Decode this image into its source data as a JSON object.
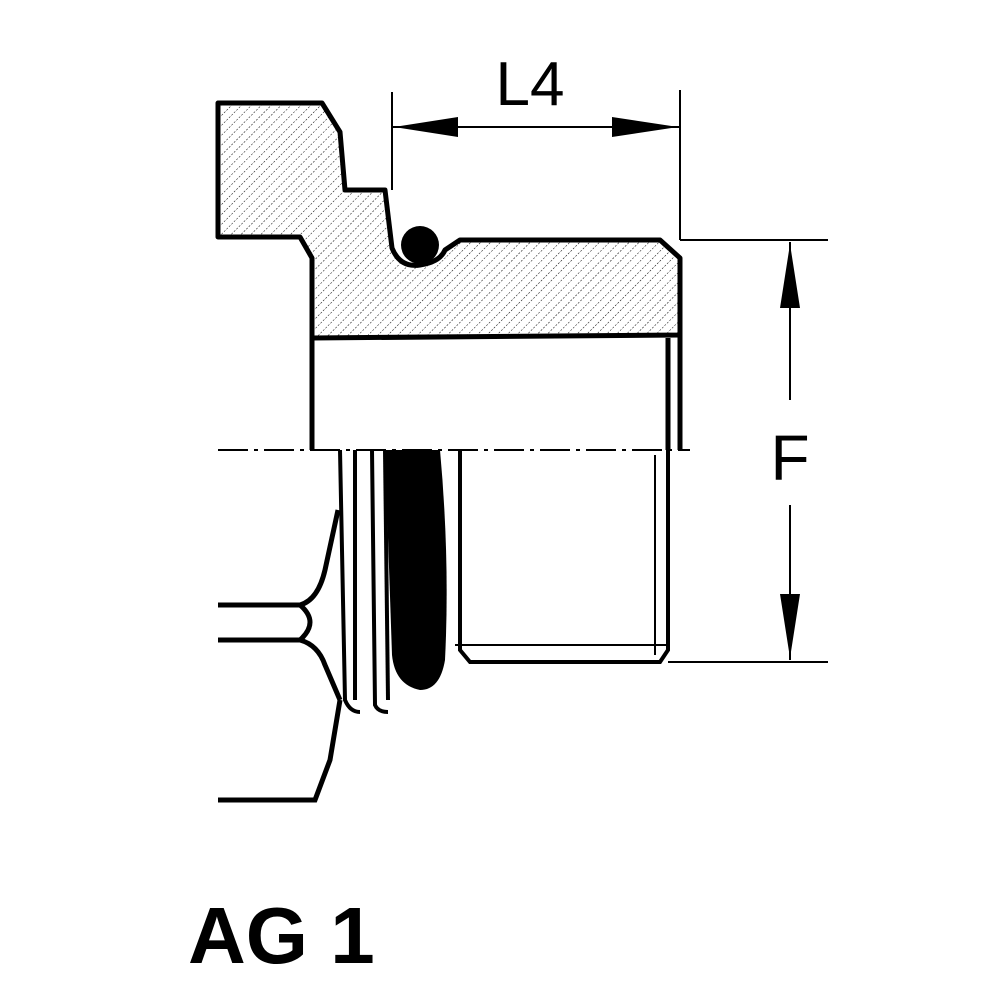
{
  "drawing": {
    "dimension_length_label": "L4",
    "dimension_diameter_label": "F",
    "part_code": "AG 1"
  },
  "colors": {
    "ink": "#000000",
    "paper": "#ffffff"
  }
}
